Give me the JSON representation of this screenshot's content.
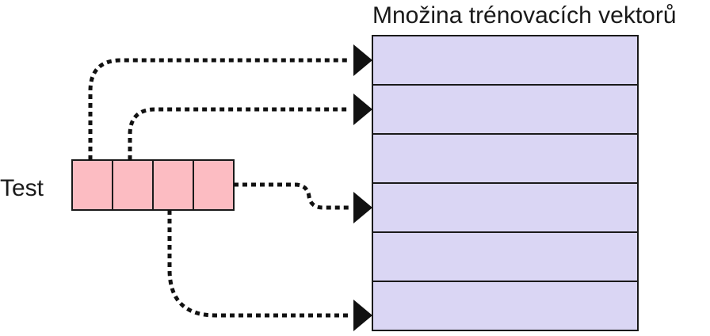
{
  "title": "Množina trénovacích vektorů",
  "test_label": "Test",
  "training_set": {
    "row_count": 6,
    "fill_color": "#dad6f4"
  },
  "test_vector": {
    "cell_count": 4,
    "fill_color": "#fcbcc2"
  },
  "connections": [
    {
      "from_cell": 0,
      "to_row": 0
    },
    {
      "from_cell": 1,
      "to_row": 1
    },
    {
      "from_cell": 3,
      "to_row": 3
    },
    {
      "from_cell": 2,
      "to_row": 5
    }
  ],
  "connector_color": "#111111"
}
